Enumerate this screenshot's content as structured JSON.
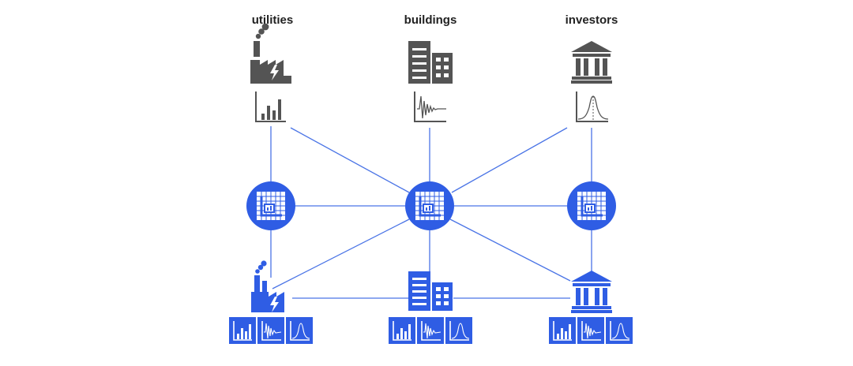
{
  "labels": {
    "utilities": "utilities",
    "buildings": "buildings",
    "investors": "investors"
  },
  "colors": {
    "accent": "#2f5de4",
    "gray": "#545454",
    "line": "#4a74e6"
  },
  "icons": {
    "top": [
      "factory-icon",
      "building-icon",
      "bank-icon"
    ],
    "top_charts": [
      "bar-chart-icon",
      "waveform-chart-icon",
      "bell-curve-chart-icon"
    ],
    "middle": [
      "grid-chart-node-icon",
      "grid-chart-node-icon",
      "grid-chart-node-icon"
    ],
    "bottom": [
      "factory-icon",
      "building-icon",
      "bank-icon"
    ],
    "bottom_charts": [
      "bar-chart-icon",
      "waveform-chart-icon",
      "bell-curve-chart-icon"
    ]
  }
}
